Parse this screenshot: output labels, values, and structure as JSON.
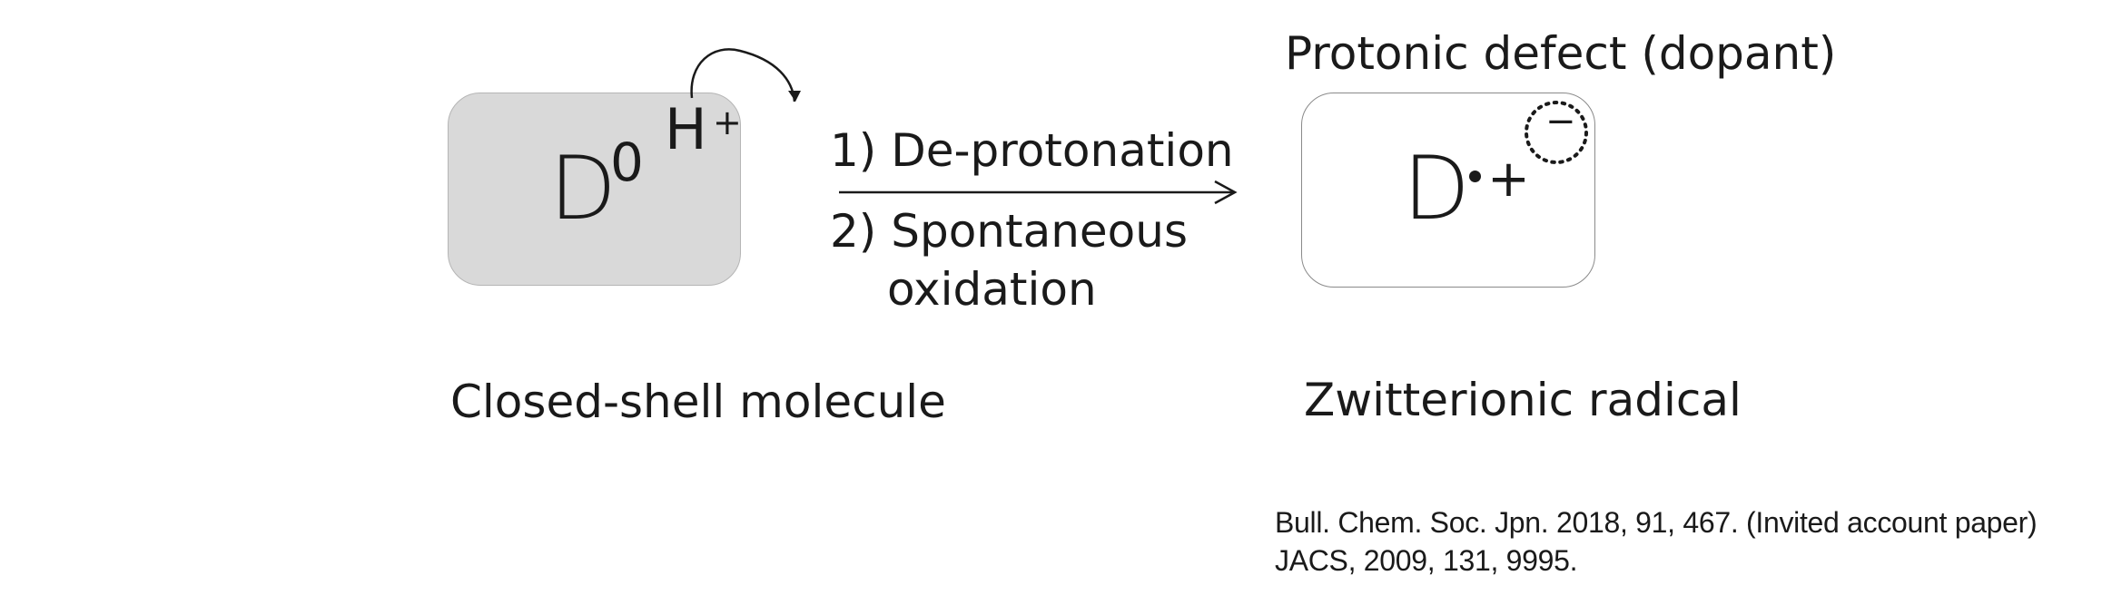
{
  "diagram": {
    "left_box": {
      "species": "D",
      "superscript": "0",
      "proton": "H",
      "proton_charge": "+",
      "caption": "Closed-shell molecule"
    },
    "arrow": {
      "step1": "1) De-protonation",
      "step2_line1": "2) Spontaneous",
      "step2_line2": "oxidation"
    },
    "right_box": {
      "heading": "Protonic defect (dopant)",
      "species": "D",
      "charge": "+",
      "counter_charge": "−",
      "caption": "Zwitterionic radical"
    },
    "references": [
      "Bull. Chem. Soc. Jpn. 2018, 91, 467. (Invited account paper)",
      "JACS, 2009, 131, 9995."
    ]
  }
}
